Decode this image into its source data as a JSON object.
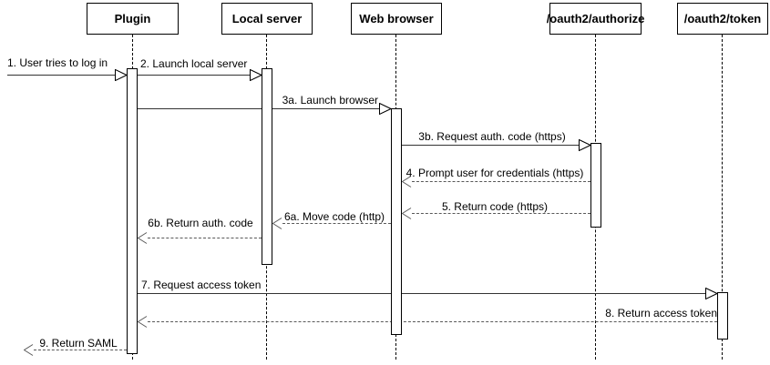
{
  "diagram": {
    "type": "uml-sequence",
    "actors": [
      {
        "id": "plugin",
        "name": "Plugin"
      },
      {
        "id": "local-server",
        "name": "Local server"
      },
      {
        "id": "web-browser",
        "name": "Web browser"
      },
      {
        "id": "oauth2-authorize",
        "name": "/oauth2/authorize"
      },
      {
        "id": "oauth2-token",
        "name": "/oauth2/token"
      }
    ],
    "messages": [
      {
        "seq": "1",
        "label": "1. User tries to log in",
        "from": "user",
        "to": "plugin",
        "style": "solid"
      },
      {
        "seq": "2",
        "label": "2. Launch local server",
        "from": "plugin",
        "to": "local-server",
        "style": "solid"
      },
      {
        "seq": "3a",
        "label": "3a. Launch browser",
        "from": "plugin",
        "to": "web-browser",
        "style": "solid"
      },
      {
        "seq": "3b",
        "label": "3b. Request auth. code (https)",
        "from": "web-browser",
        "to": "oauth2-authorize",
        "style": "solid"
      },
      {
        "seq": "4",
        "label": "4. Prompt user for credentials (https)",
        "from": "oauth2-authorize",
        "to": "web-browser",
        "style": "dashed"
      },
      {
        "seq": "5",
        "label": "5. Return code (https)",
        "from": "oauth2-authorize",
        "to": "web-browser",
        "style": "dashed"
      },
      {
        "seq": "6a",
        "label": "6a. Move code (http)",
        "from": "web-browser",
        "to": "local-server",
        "style": "dashed"
      },
      {
        "seq": "6b",
        "label": "6b. Return auth. code",
        "from": "local-server",
        "to": "plugin",
        "style": "dashed"
      },
      {
        "seq": "7",
        "label": "7. Request access token",
        "from": "plugin",
        "to": "oauth2-token",
        "style": "solid"
      },
      {
        "seq": "8",
        "label": "8. Return access token",
        "from": "oauth2-token",
        "to": "plugin",
        "style": "dashed"
      },
      {
        "seq": "9",
        "label": "9. Return SAML",
        "from": "plugin",
        "to": "user",
        "style": "dashed"
      }
    ],
    "colors": {
      "background": "#ffffff",
      "box_fill": "#ffffff",
      "stroke": "#000000",
      "solid_message": "#333333",
      "dashed_message": "#595959",
      "text": "#000000"
    }
  }
}
